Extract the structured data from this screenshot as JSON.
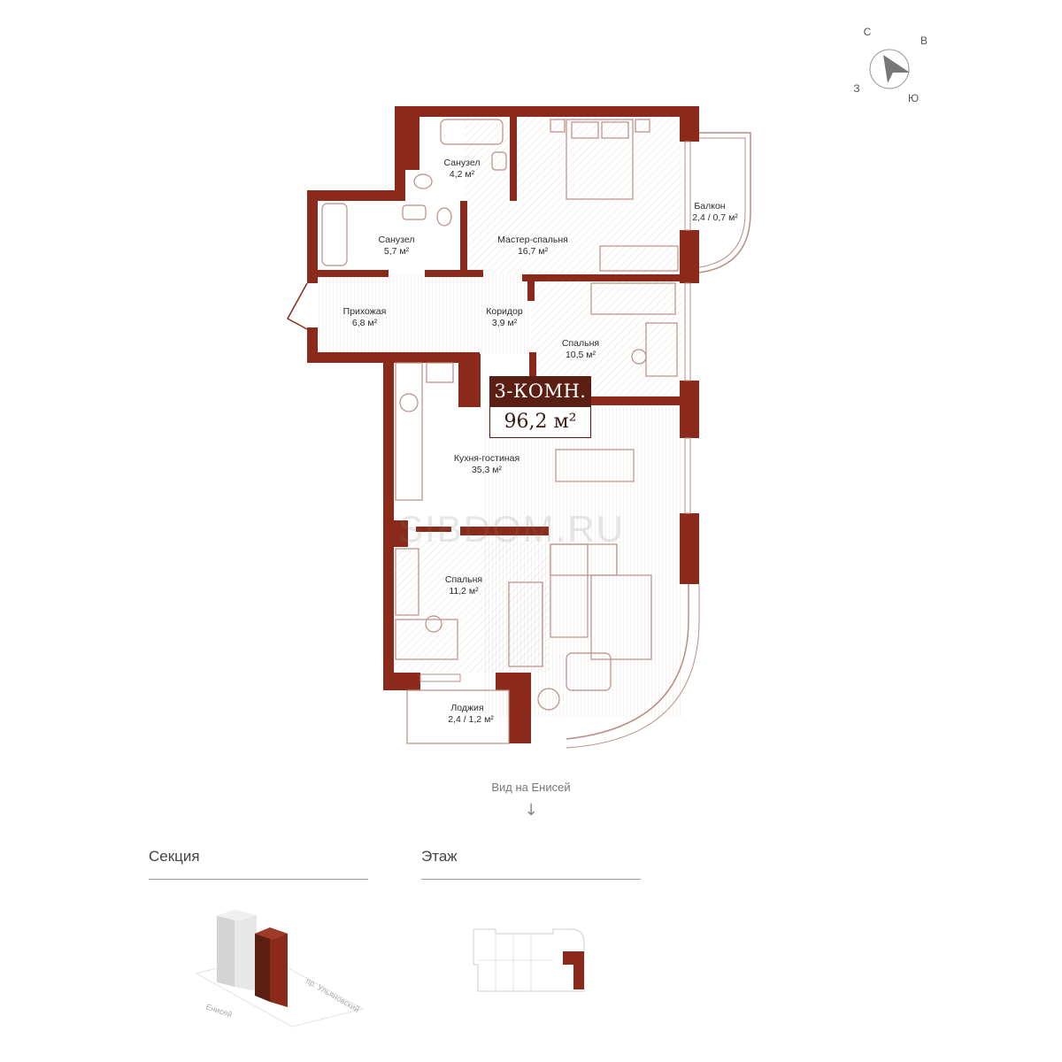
{
  "compass": {
    "north": "С",
    "east": "В",
    "south": "Ю",
    "west": "З"
  },
  "badge": {
    "type": "3-КОМН.",
    "area": "96,2 м²"
  },
  "rooms": {
    "bath1": {
      "name": "Санузел",
      "area": "4,2 м²"
    },
    "bath2": {
      "name": "Санузел",
      "area": "5,7 м²"
    },
    "master": {
      "name": "Мастер-спальня",
      "area": "16,7 м²"
    },
    "balcony": {
      "name": "Балкон",
      "area": "2,4 / 0,7 м²"
    },
    "hall": {
      "name": "Прихожая",
      "area": "6,8 м²"
    },
    "corridor": {
      "name": "Коридор",
      "area": "3,9 м²"
    },
    "bedroom1": {
      "name": "Спальня",
      "area": "10,5 м²"
    },
    "kitchen": {
      "name": "Кухня-гостиная",
      "area": "35,3 м²"
    },
    "bedroom2": {
      "name": "Спальня",
      "area": "11,2 м²"
    },
    "loggia": {
      "name": "Лоджия",
      "area": "2,4 / 1,2 м²"
    }
  },
  "view": {
    "label": "Вид на Енисей",
    "arrow": "↓"
  },
  "section": {
    "title": "Секция",
    "street1": "Енисей",
    "street2": "пр. Ульяновский"
  },
  "floor": {
    "title": "Этаж"
  },
  "watermark": "SIBDOM.RU",
  "colors": {
    "wall": "#8b2a1a",
    "accent_dark": "#5a1e12",
    "line": "#b98d84"
  }
}
